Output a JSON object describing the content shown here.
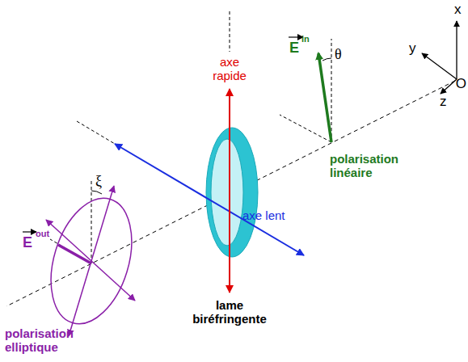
{
  "diagram": {
    "labels": [
      "x",
      "y",
      "z",
      "O",
      "θ",
      "E",
      "in",
      "polarisation linéaire",
      "axe rapide",
      "axe lent",
      "lame biréfringente",
      "ξ",
      "E",
      "out",
      "polarisation elliptique"
    ]
  }
}
